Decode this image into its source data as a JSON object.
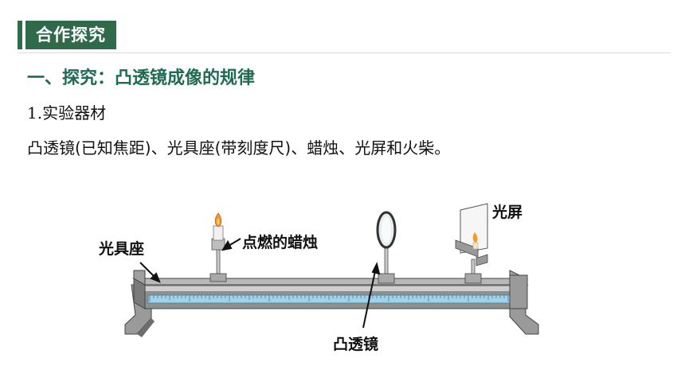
{
  "section_tag": "合作探究",
  "heading": "一、探究：凸透镜成像的规律",
  "subheading_number": "1.",
  "subheading_text": "实验器材",
  "materials": "凸透镜(已知焦距)、光具座(带刻度尺)、蜡烛、光屏和火柴。",
  "diagram": {
    "label_bench": "光具座",
    "label_candle": "点燃的蜡烛",
    "label_lens": "凸透镜",
    "label_screen": "光屏"
  },
  "colors": {
    "accent": "#2f6b4a",
    "heading": "#1f6b4f",
    "scale": "#9fd3ea"
  }
}
